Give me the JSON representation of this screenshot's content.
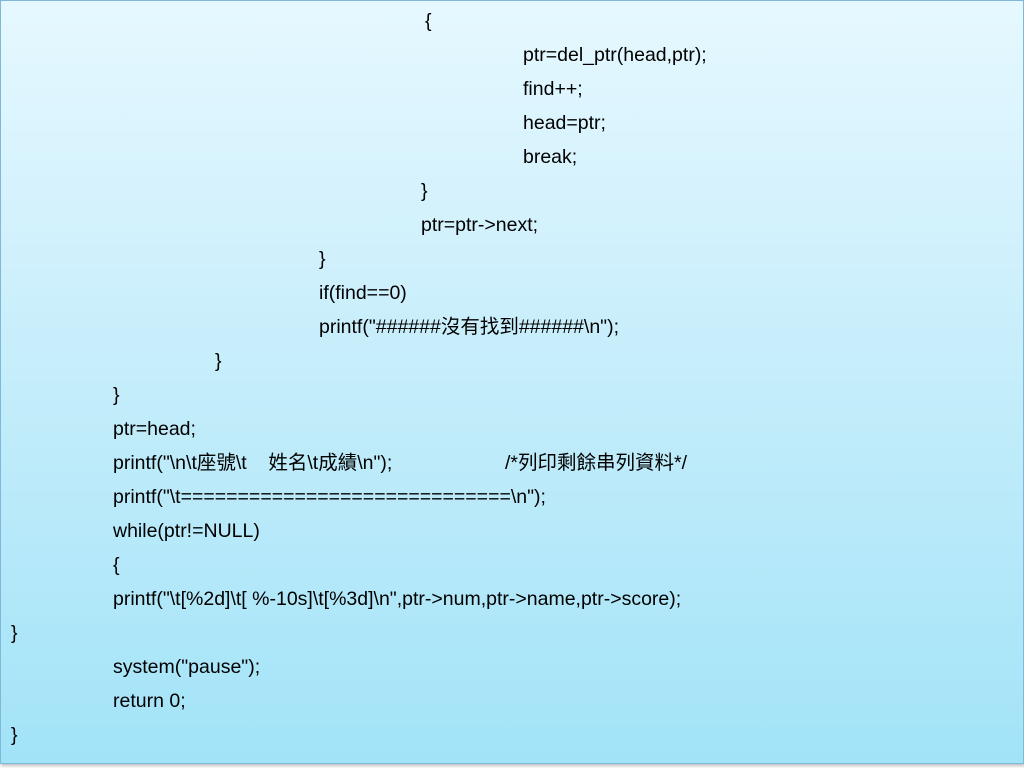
{
  "code_lines": [
    "{",
    "ptr=del_ptr(head,ptr);",
    "find++;",
    "head=ptr;",
    "break;",
    "}",
    "ptr=ptr->next;",
    "}",
    "if(find==0)",
    "printf(\"######沒有找到######\\n\");",
    "}",
    "}",
    "ptr=head;",
    "printf(\"\\n\\t座號\\t    姓名\\t成績\\n\");",
    "/*列印剩餘串列資料*/",
    "printf(\"\\t=============================\\n\");",
    "while(ptr!=NULL)",
    "{",
    "printf(\"\\t[%2d]\\t[ %-10s]\\t[%3d]\\n\",ptr->num,ptr->name,ptr->score);",
    "}",
    "system(\"pause\");",
    "return 0;",
    "}"
  ]
}
